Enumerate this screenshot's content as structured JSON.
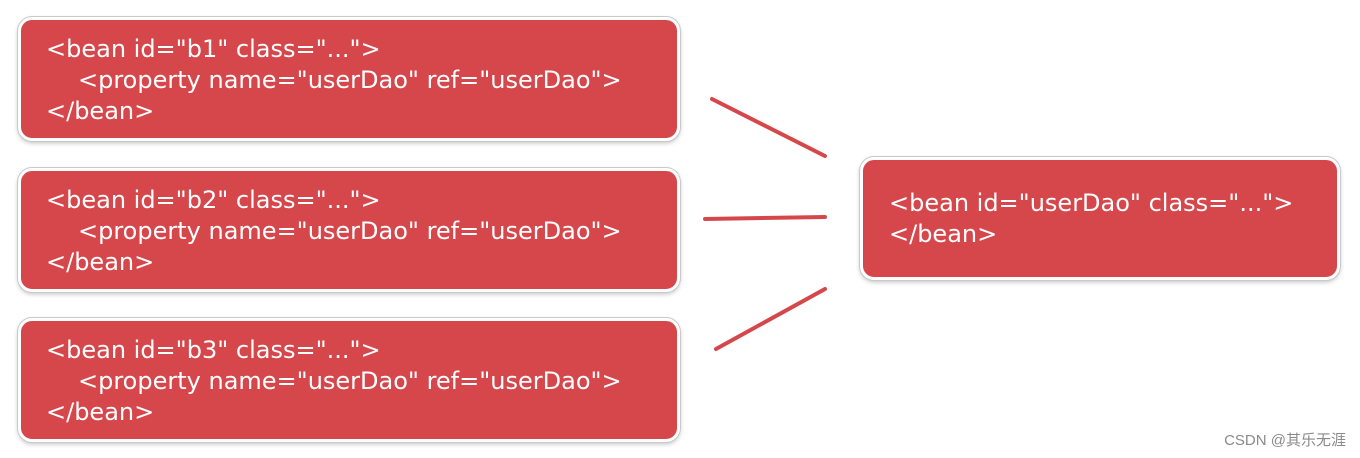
{
  "beans": [
    {
      "line1": "<bean id=\"b1\" class=\"...\">",
      "line2": "<property name=\"userDao\" ref=\"userDao\">",
      "line3": "</bean>"
    },
    {
      "line1": "<bean id=\"b2\" class=\"...\">",
      "line2": "<property name=\"userDao\" ref=\"userDao\">",
      "line3": "</bean>"
    },
    {
      "line1": "<bean id=\"b3\" class=\"...\">",
      "line2": "<property name=\"userDao\" ref=\"userDao\">",
      "line3": "</bean>"
    }
  ],
  "target_bean": {
    "line1": "<bean id=\"userDao\" class=\"...\">",
    "line2": "</bean>"
  },
  "colors": {
    "box_fill": "#d6474c",
    "connector": "#d6474c",
    "text": "#ffffff"
  },
  "watermark": "CSDN @其乐无涯"
}
